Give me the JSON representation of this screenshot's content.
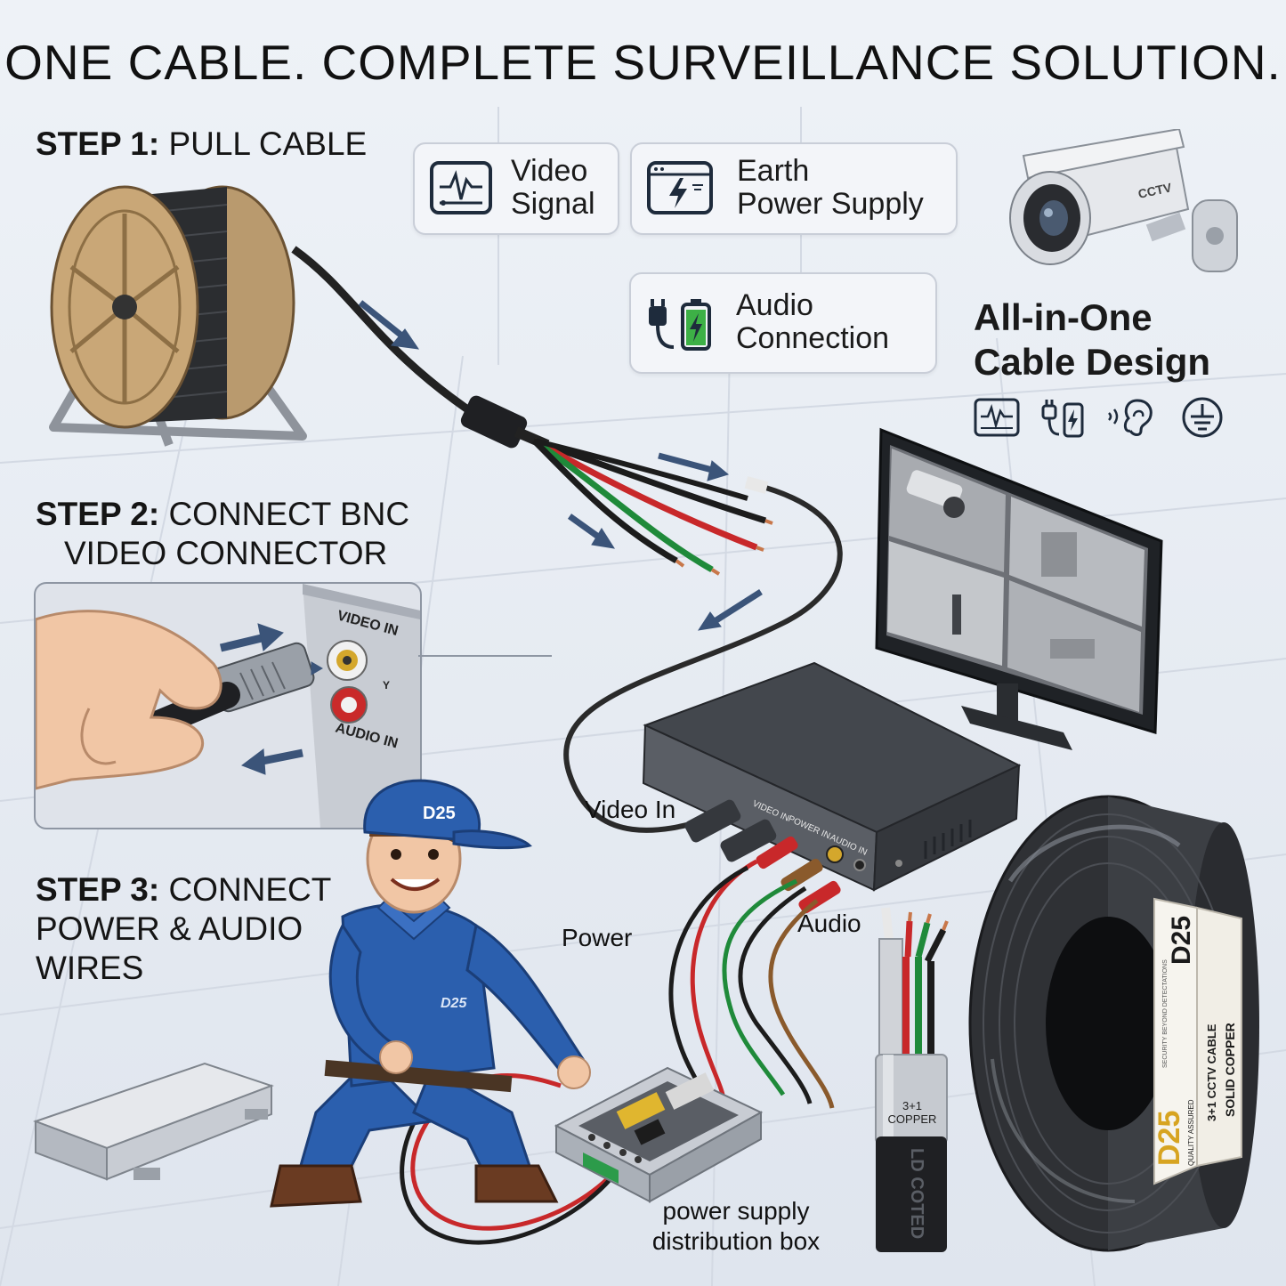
{
  "title": "ONE CABLE. COMPLETE SURVEILLANCE SOLUTION.",
  "steps": {
    "step1": {
      "label": "STEP 1:",
      "text": "PULL CABLE"
    },
    "step2": {
      "label": "STEP 2:",
      "text_line1": "CONNECT BNC",
      "text_line2": "VIDEO CONNECTOR"
    },
    "step3": {
      "label": "STEP 3:",
      "text_line1": "CONNECT",
      "text_line2": "POWER & AUDIO",
      "text_line3": "WIRES"
    }
  },
  "features": [
    {
      "line1": "Video",
      "line2": "Signal",
      "icon": "waveform-icon"
    },
    {
      "line1": "Earth",
      "line2": "Power Supply",
      "icon": "lightning-window-icon"
    },
    {
      "line1": "Audio",
      "line2": "Connection",
      "icon": "plug-battery-icon"
    }
  ],
  "all_in_one": {
    "line1": "All-in-One",
    "line2": "Cable Design",
    "icons": [
      "waveform-icon",
      "plug-battery-icon",
      "ear-icon",
      "ground-icon"
    ]
  },
  "camera": {
    "label": "CCTV"
  },
  "panel": {
    "video_in": "VIDEO IN",
    "audio_in": "AUDIO IN",
    "y_mark": "Y"
  },
  "cap": {
    "logo": "D25"
  },
  "uniform": {
    "logo": "D25"
  },
  "dvr": {
    "port1": "VIDEO IN",
    "port2": "POWER IN",
    "port3": "AUDIO IN"
  },
  "labels": {
    "video_in": "Video In",
    "power": "Power",
    "audio": "Audio",
    "psu_line1": "power supply",
    "psu_line2": "distribution box"
  },
  "cable_cross": {
    "line1": "3+1",
    "line2": "COPPER",
    "jacket": "LD COTED"
  },
  "roll": {
    "brand": "D25",
    "brand_small": "D25",
    "quality": "QUALITY ASSURED",
    "type": "3+1 CCTV CABLE",
    "copper": "SOLID COPPER",
    "tagline": "SECURITY BEYOND DETECTATIONS"
  },
  "colors": {
    "wire_red": "#c8282a",
    "wire_green": "#1f8a3a",
    "wire_black": "#1c1c1c",
    "copper": "#c8774a",
    "uniform_blue": "#2b5fae",
    "arrow": "#3b5479"
  }
}
